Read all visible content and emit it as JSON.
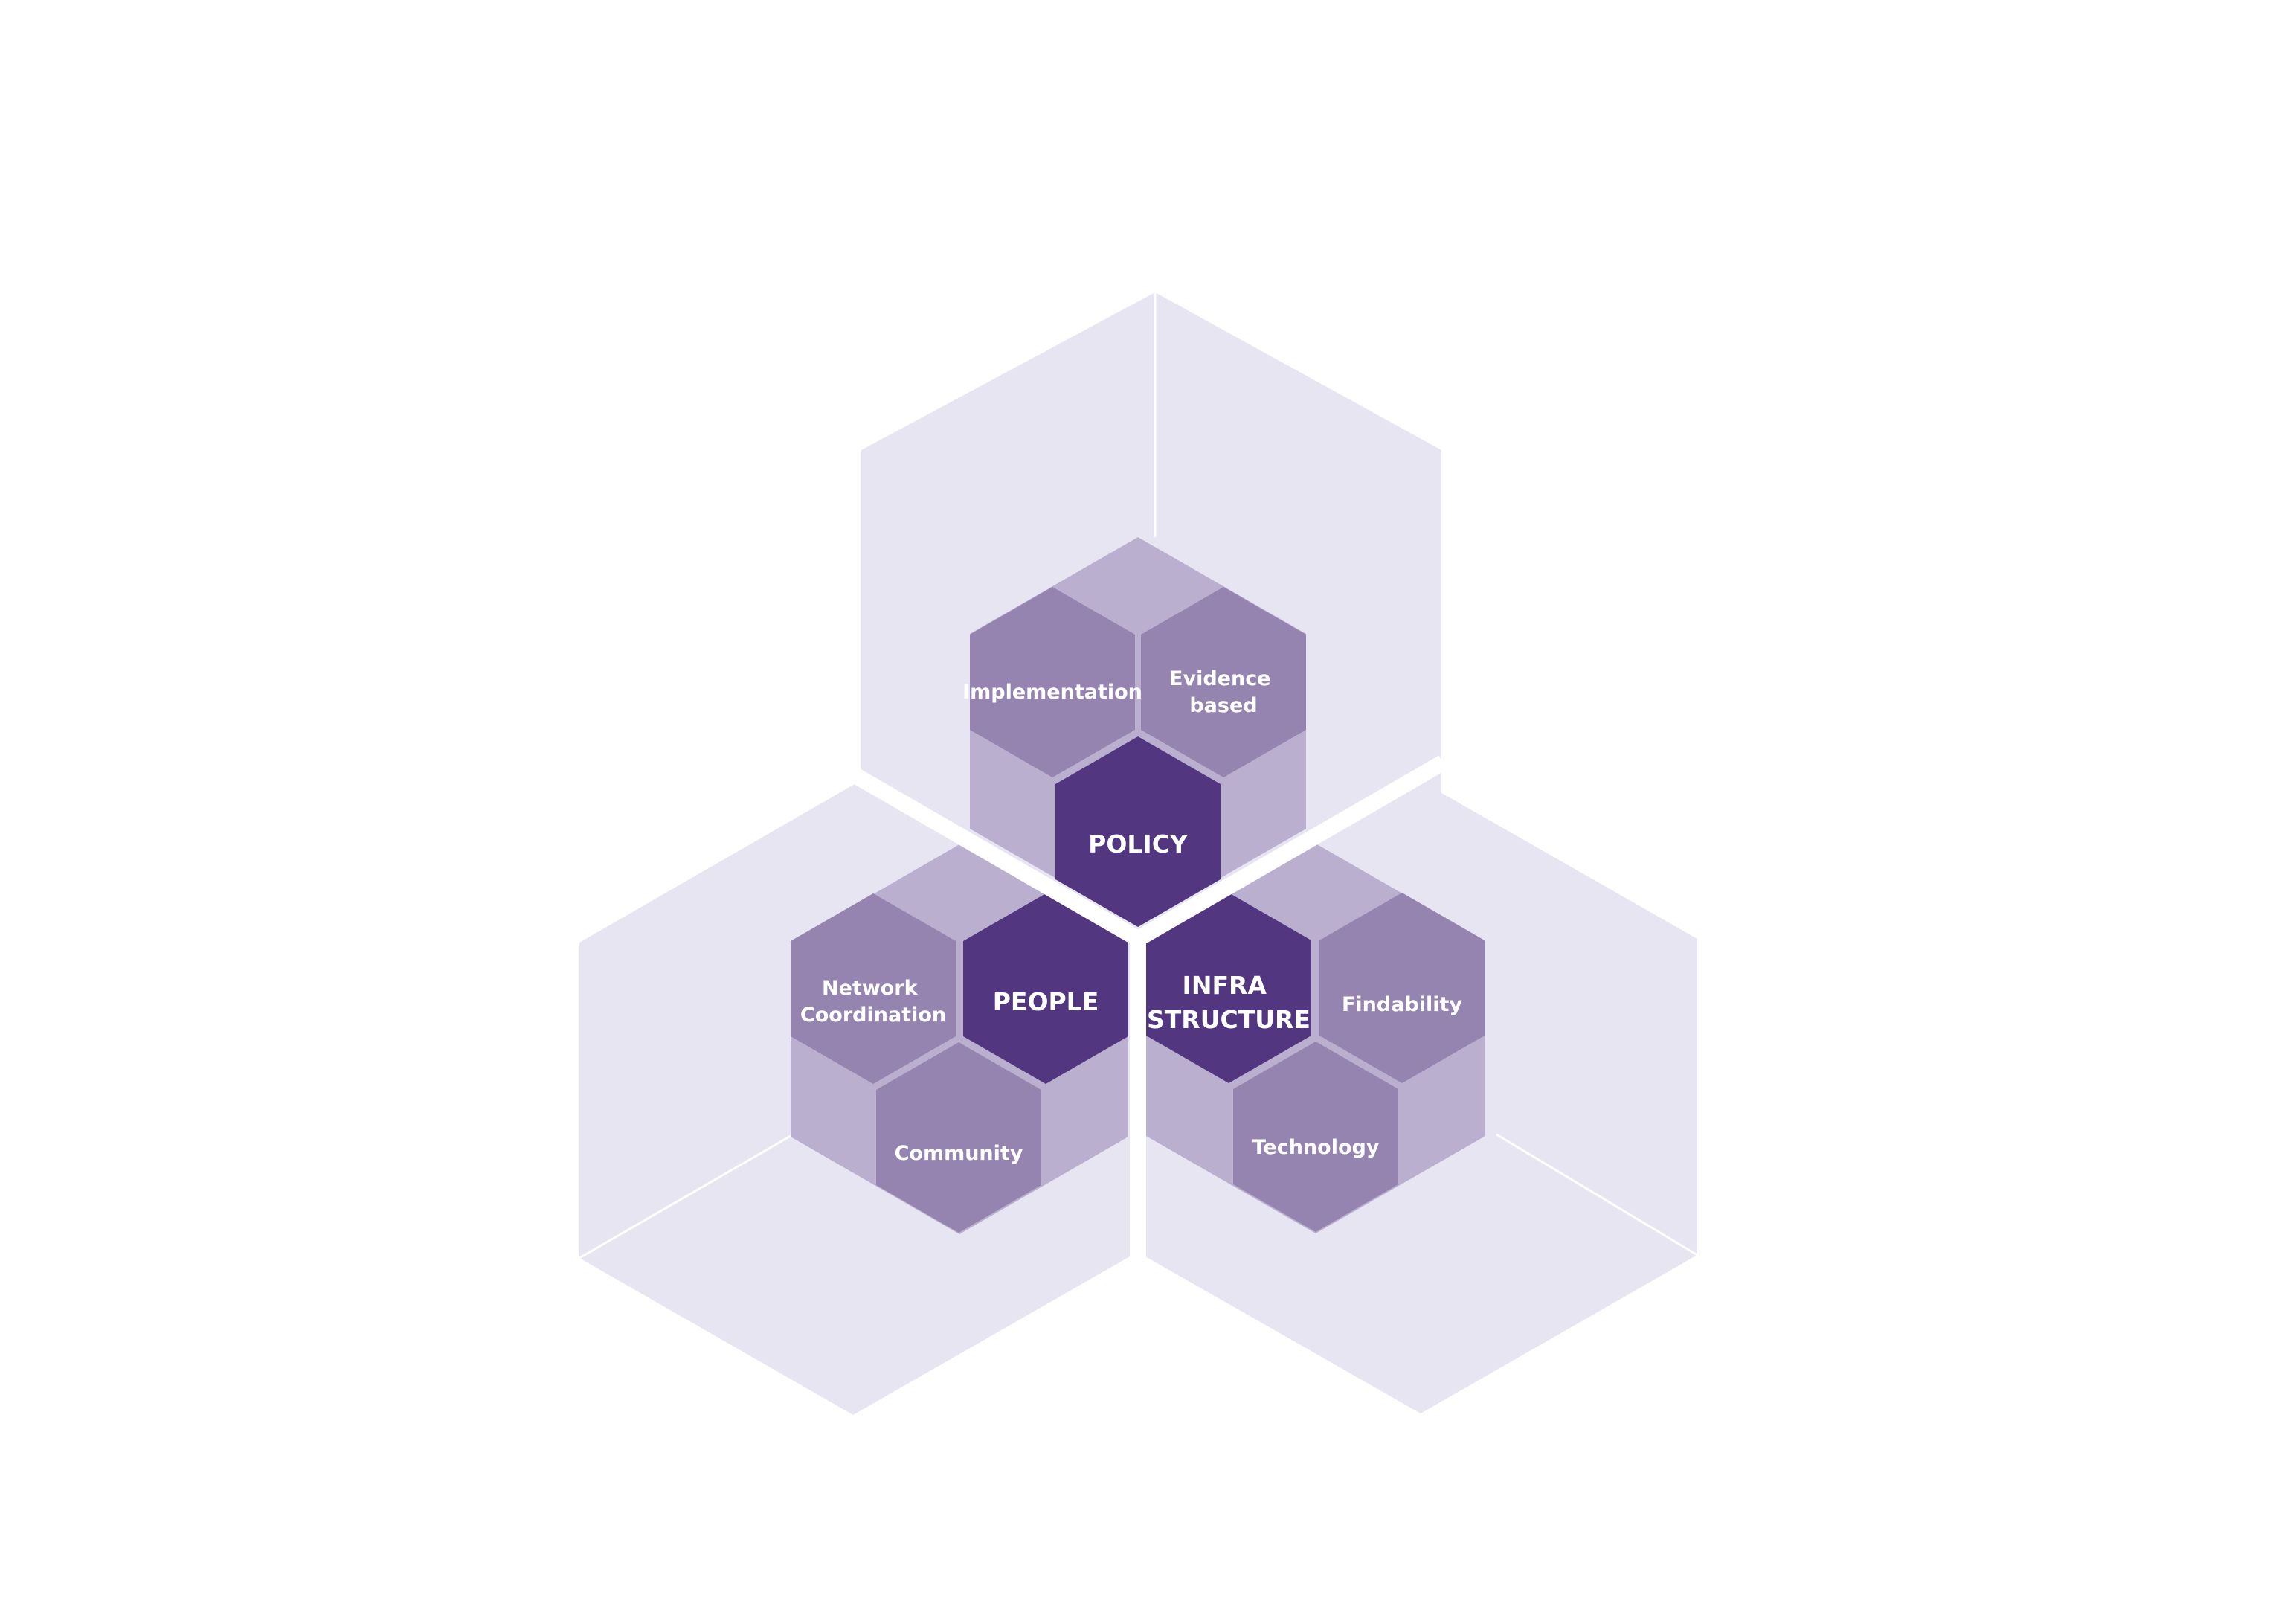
{
  "diagram": {
    "colors": {
      "background": "#FFFFFF",
      "outer": "#E7E5F1",
      "cluster": "#BAAFCF",
      "sub": "#9583B0",
      "core": "#523680",
      "text": "#FFFFFF",
      "divider": "#FFFFFF"
    },
    "clusters": [
      {
        "core": {
          "lines": [
            "POLICY"
          ]
        },
        "subs": [
          {
            "lines": [
              "Implementation"
            ]
          },
          {
            "lines": [
              "Evidence",
              "based"
            ]
          }
        ]
      },
      {
        "core": {
          "lines": [
            "PEOPLE"
          ]
        },
        "subs": [
          {
            "lines": [
              "Network",
              "Coordination"
            ]
          },
          {
            "lines": [
              "Community"
            ]
          }
        ]
      },
      {
        "core": {
          "lines": [
            "INFRA",
            "STRUCTURE"
          ]
        },
        "subs": [
          {
            "lines": [
              "Findability"
            ]
          },
          {
            "lines": [
              "Technology"
            ]
          }
        ]
      }
    ]
  }
}
